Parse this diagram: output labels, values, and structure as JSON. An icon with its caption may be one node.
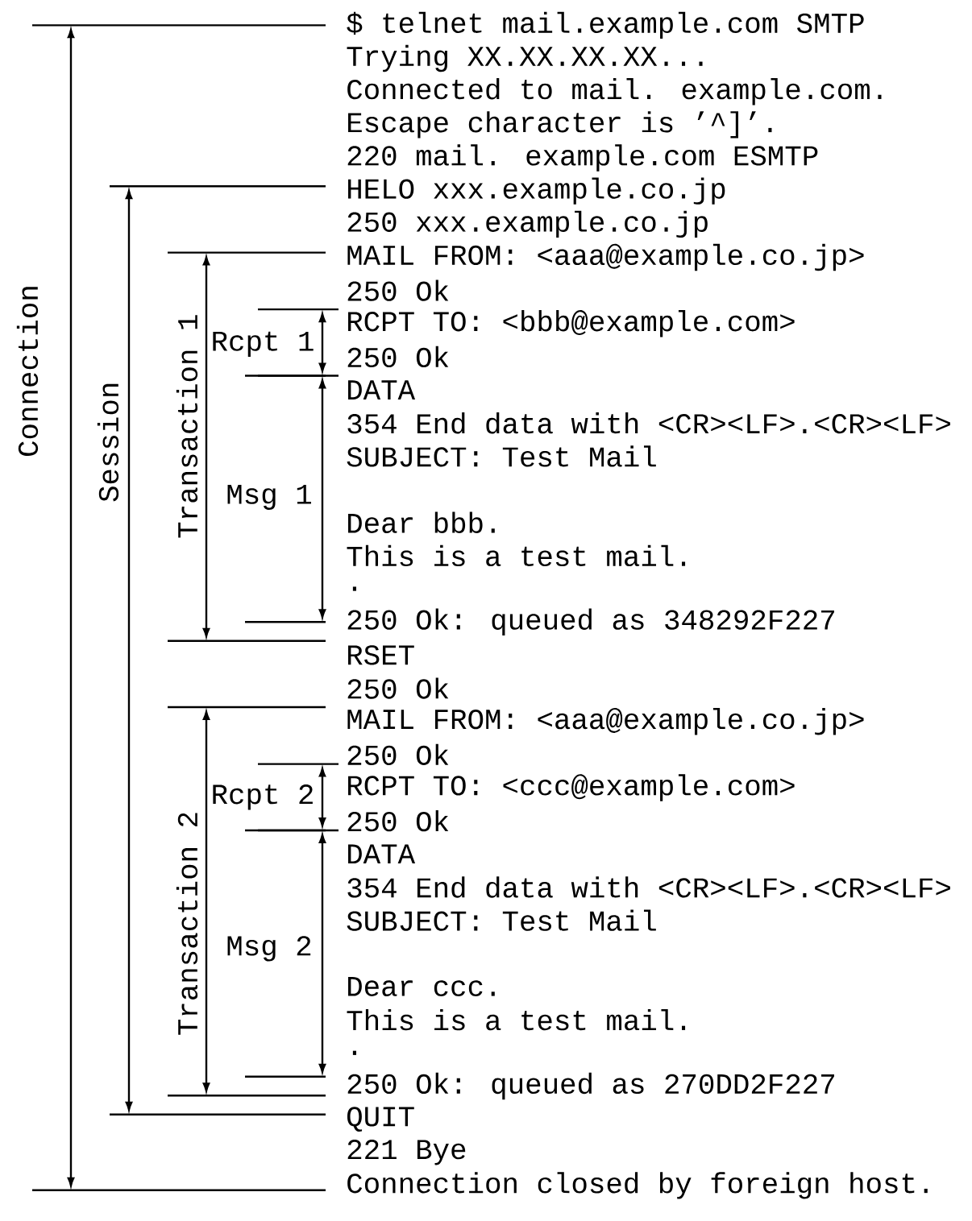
{
  "diagram": {
    "labels": [
      "$ telnet mail.example.com SMTP",
      "Trying XX.XX.XX.XX...",
      "Connected to mail. example.com.",
      "Escape character is ’^]’.",
      "220 mail. example.com ESMTP",
      "HELO xxx.example.co.jp",
      "250 xxx.example.co.jp",
      "MAIL FROM: <aaa@example.co.jp>",
      "250 Ok",
      "RCPT TO: <bbb@example.com>",
      "250 Ok",
      "DATA",
      "354 End data with <CR><LF>.<CR><LF>",
      "SUBJECT: Test Mail",
      "Dear bbb.",
      "This is a test mail.",
      ".",
      "250 Ok: queued as 348292F227",
      "RSET",
      "250 Ok",
      "MAIL FROM: <aaa@example.co.jp>",
      "250 Ok",
      "RCPT TO: <ccc@example.com>",
      "250 Ok",
      "DATA",
      "354 End data with <CR><LF>.<CR><LF>",
      "SUBJECT: Test Mail",
      "Dear ccc.",
      "This is a test mail.",
      ".",
      "250 Ok: queued as 270DD2F227",
      "QUIT",
      "221 Bye",
      "Connection closed by foreign host.",
      "Connection",
      "Session",
      "Transaction 1",
      "Rcpt 1",
      "Msg 1",
      "Transaction 2",
      "Rcpt 2",
      "Msg 2"
    ]
  }
}
